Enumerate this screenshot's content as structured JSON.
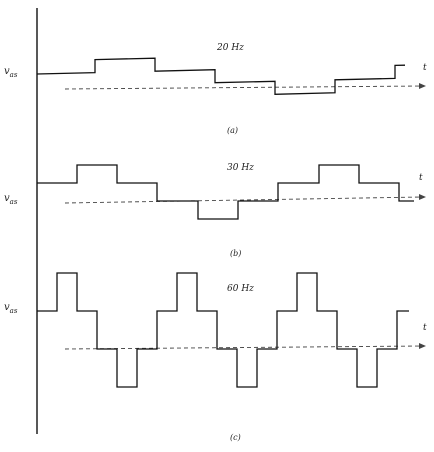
{
  "panels": [
    {
      "id": "a",
      "frequency_label": "20 Hz",
      "caption": "(a)",
      "y_label": "v",
      "y_label_sub": "as",
      "t_label": "t",
      "waveform_levels": [
        0,
        1,
        0,
        -1,
        -2,
        -1,
        0
      ],
      "waveform_segment_widths": [
        58,
        60,
        60,
        60,
        60,
        60,
        10
      ]
    },
    {
      "id": "b",
      "frequency_label": "30 Hz",
      "caption": "(b)",
      "y_label": "v",
      "y_label_sub": "as",
      "t_label": "t",
      "waveform_levels": [
        0,
        1,
        0,
        -1,
        -2,
        -1,
        0,
        1,
        0,
        -1
      ],
      "waveform_segment_widths": [
        40,
        40,
        40,
        41,
        40,
        40,
        41,
        40,
        40,
        15
      ]
    },
    {
      "id": "c",
      "frequency_label": "60 Hz",
      "caption": "(c)",
      "y_label": "v",
      "y_label_sub": "as",
      "t_label": "t",
      "waveform_levels": [
        0,
        1,
        0,
        -1,
        -2,
        -1,
        0,
        1,
        0,
        -1,
        -2,
        -1,
        0,
        1,
        0,
        -1,
        -2,
        -1,
        0
      ],
      "waveform_segment_widths": [
        20,
        20,
        20,
        20,
        20,
        20,
        20,
        20,
        20,
        20,
        20,
        20,
        20,
        20,
        20,
        20,
        20,
        20,
        12
      ]
    }
  ],
  "colors": {
    "waveform": "#111111",
    "axis": "#111111",
    "dashed_axis": "#444444",
    "text": "#222222"
  }
}
